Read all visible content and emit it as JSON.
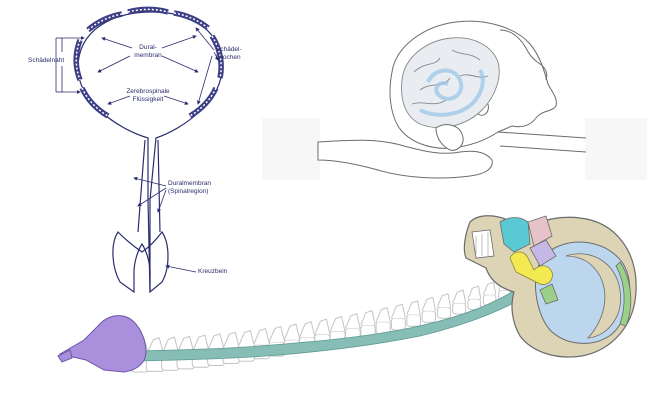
{
  "labels": {
    "schaedelnaht": "Schädelnaht",
    "dura_line1": "Dural-",
    "dura_line2": "membran",
    "liquor_line1": "Zerebrospinale",
    "liquor_line2": "Flüssigkeit",
    "knochen_line1": "Schädel-",
    "knochen_line2": "knochen",
    "spinal_line1": "Duralmembran",
    "spinal_line2": "(Spinalregion)",
    "kreuzbein": "Kreuzbein"
  },
  "colors": {
    "line": "#2b2d6e",
    "bone_band": "#3d3f86",
    "spinal_cord": "#86bdb6",
    "sacrum": "#a98fdc",
    "skull_teal": "#5bc9d3",
    "skull_yellow": "#f3ea52",
    "skull_blue": "#bcd6ee",
    "skull_tan": "#ddd3b5",
    "skull_green": "#9bd089",
    "skull_pink": "#e6c3c9",
    "skull_purple": "#c5b8e6"
  }
}
